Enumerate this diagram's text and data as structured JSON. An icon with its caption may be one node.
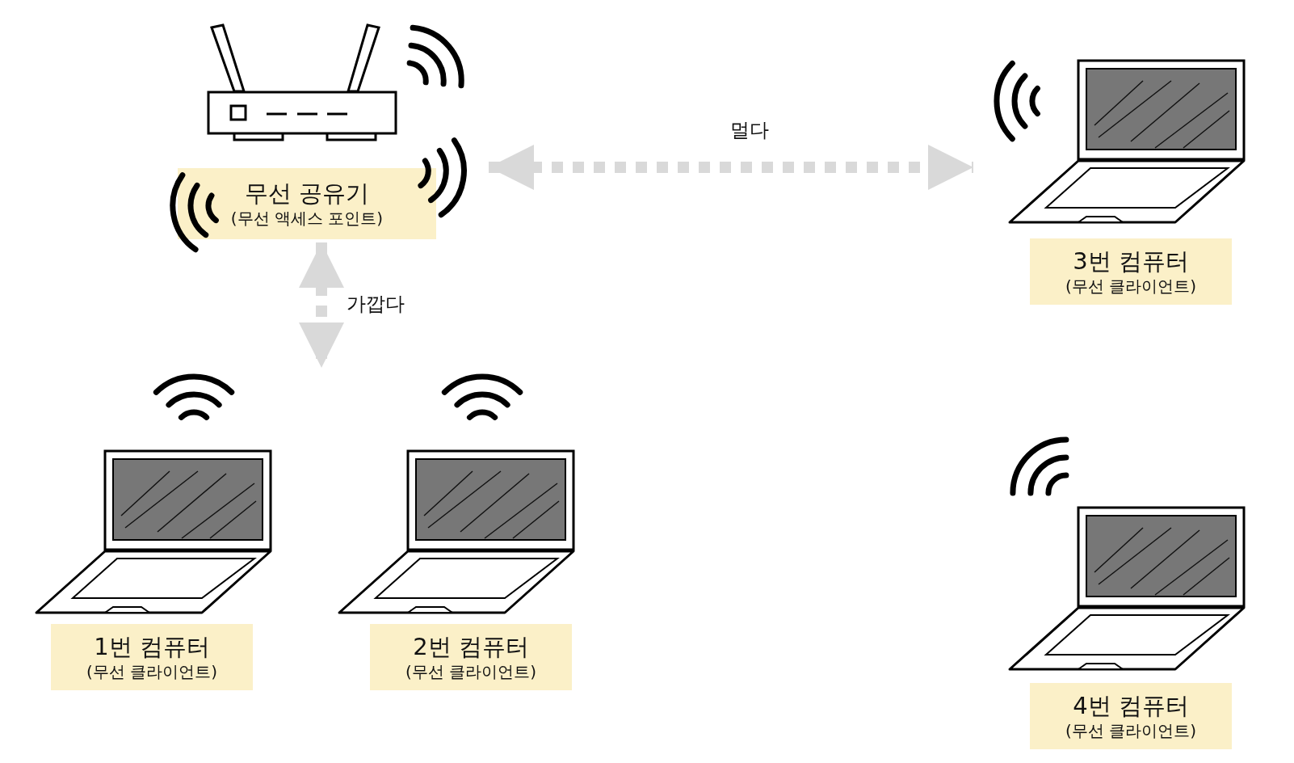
{
  "diagram": {
    "nodes": [
      {
        "text": [
          "무선 공유기",
          "(무선 액세스 포인트)"
        ]
      },
      {
        "text": [
          "1번 컴퓨터",
          "(무선 클라이언트)"
        ]
      },
      {
        "text": [
          "2번 컴퓨터",
          "(무선 클라이언트)"
        ]
      },
      {
        "text": [
          "3번 컴퓨터",
          "(무선 클라이언트)"
        ]
      },
      {
        "text": [
          "4번 컴퓨터",
          "(무선 클라이언트)"
        ]
      }
    ],
    "edges": [
      {
        "from": 0,
        "to": 3,
        "arrow": "both",
        "label": "멀다",
        "style": "dashed"
      },
      {
        "from": 0,
        "to": 1,
        "arrow": "both",
        "label": "가깝다",
        "style": "dashed"
      }
    ]
  }
}
